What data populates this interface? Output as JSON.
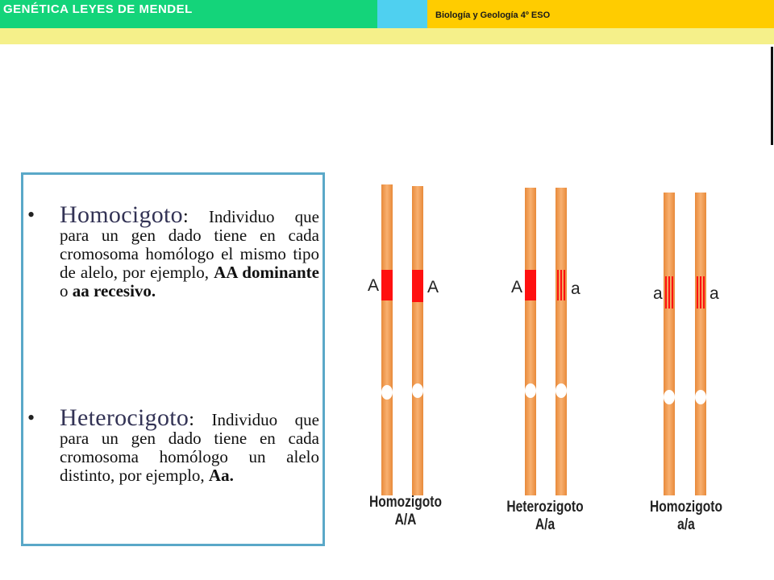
{
  "header": {
    "title": "GENÉTICA LEYES DE MENDEL",
    "subtitle": "Biología y Geología 4º ESO"
  },
  "definitions": [
    {
      "term": "Homocigoto",
      "colon": ":",
      "lead": "Individuo que para un gen dado tiene en cada cromosoma homólogo el mismo tipo de alelo, por ejemplo, ",
      "ex1": "AA dominante",
      "mid": " o ",
      "ex2": "aa recesivo.",
      "tail": ""
    },
    {
      "term": "Heterocigoto",
      "colon": ":",
      "lead": "Individuo que para un gen dado tiene en cada cromosoma homólogo un alelo distinto, por ejemplo, ",
      "ex1": "Aa.",
      "mid": "",
      "ex2": "",
      "tail": ""
    }
  ],
  "figure": {
    "pairs": [
      {
        "label_line1": "Homozigoto",
        "label_line2": "A/A",
        "left_allele": "A",
        "right_allele": "A"
      },
      {
        "label_line1": "Heterozigoto",
        "label_line2": "A/a",
        "left_allele": "A",
        "right_allele": "a"
      },
      {
        "label_line1": "Homozigoto",
        "label_line2": "a/a",
        "left_allele": "a",
        "right_allele": "a"
      }
    ],
    "colors": {
      "chromosome": "#f4a460",
      "chromosome_edge": "#e07820",
      "dominant_band": "#ff1010",
      "recessive_stripes": "#ff1010",
      "centromere": "#ffffff"
    }
  }
}
